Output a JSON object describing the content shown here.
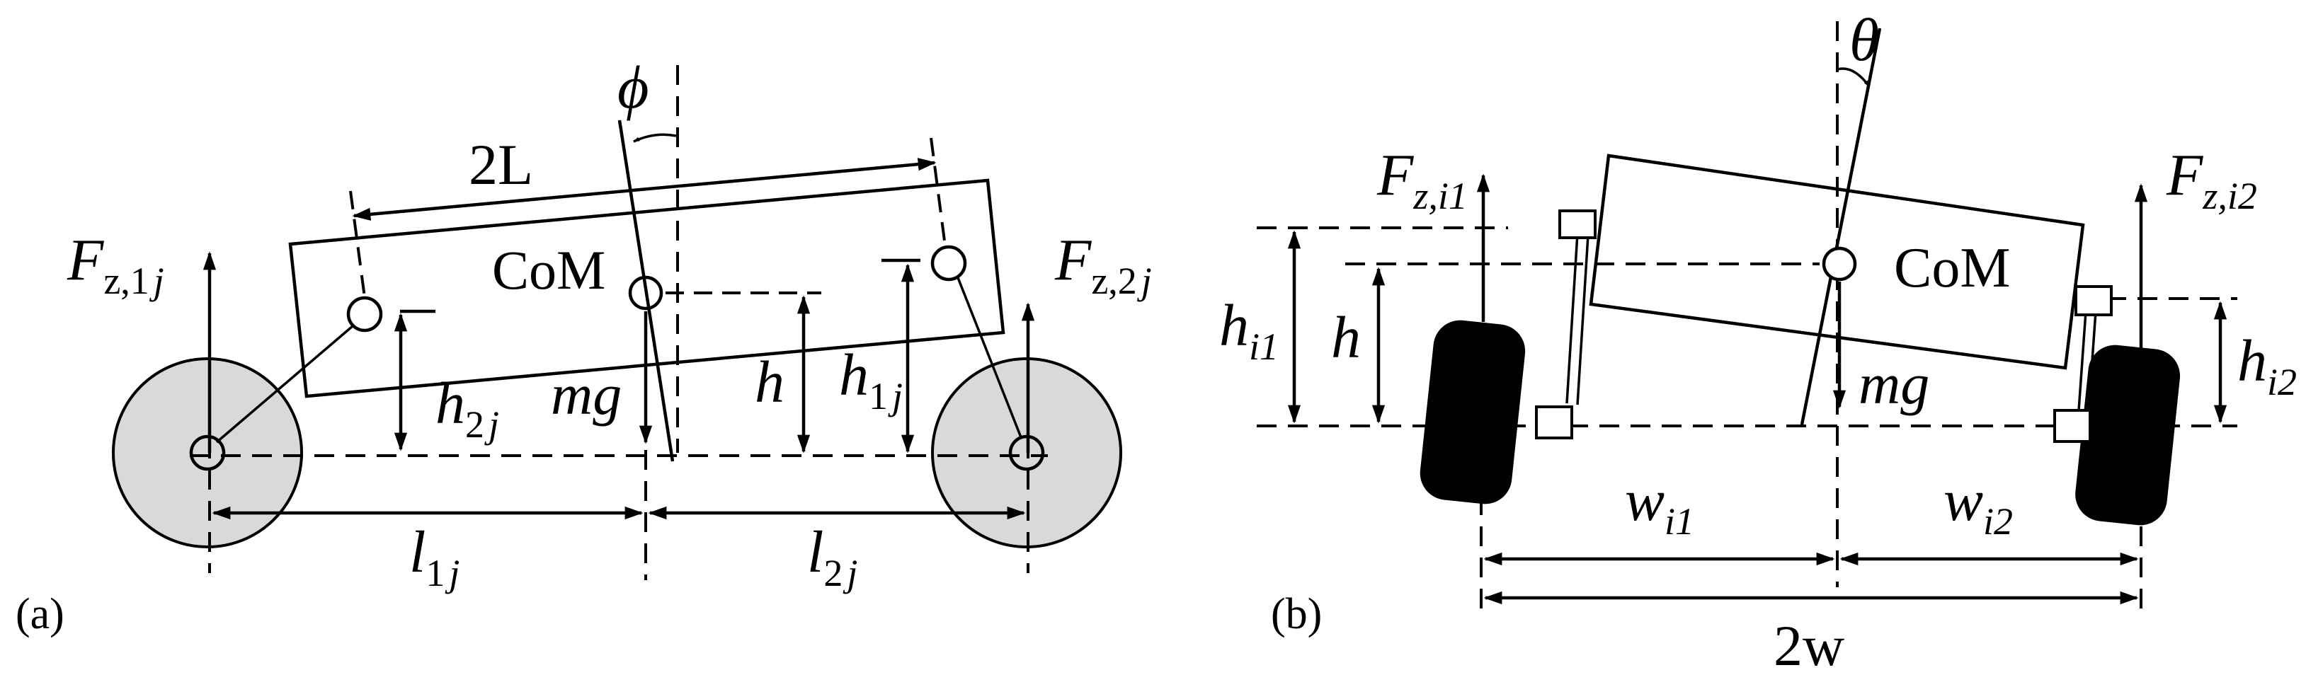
{
  "panel_a": {
    "tag": "(a)",
    "angle": "ϕ",
    "length": "2L",
    "com": "CoM",
    "weight": "mg",
    "h": "h",
    "fz1_main": "F",
    "fz1_sub": "z,1",
    "fz1_j": "j",
    "fz2_main": "F",
    "fz2_sub": "z,2",
    "fz2_j": "j",
    "h2_main": "h",
    "h2_sub": "2",
    "h2_j": "j",
    "h1_main": "h",
    "h1_sub": "1",
    "h1_j": "j",
    "l1_main": "l",
    "l1_sub": "1",
    "l1_j": "j",
    "l2_main": "l",
    "l2_sub": "2",
    "l2_j": "j"
  },
  "panel_b": {
    "tag": "(b)",
    "angle": "θ",
    "com": "CoM",
    "weight": "mg",
    "h": "h",
    "fz_i1_main": "F",
    "fz_i1_sub": "z,i1",
    "fz_i2_main": "F",
    "fz_i2_sub": "z,i2",
    "hi1_main": "h",
    "hi1_sub": "i1",
    "hi2_main": "h",
    "hi2_sub": "i2",
    "wi1_main": "w",
    "wi1_sub": "i1",
    "wi2_main": "w",
    "wi2_sub": "i2",
    "width": "2w"
  }
}
